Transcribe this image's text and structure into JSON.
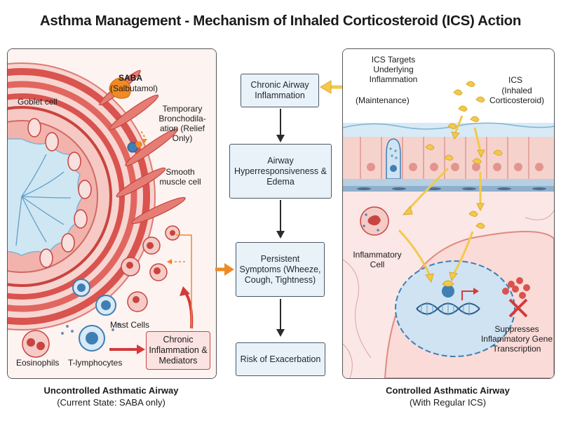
{
  "title": "Asthma Management - Mechanism of Inhaled Corticosteroid (ICS) Action",
  "left_panel": {
    "saba_name": "SABA",
    "saba_drug": "(Salbutamol)",
    "bronchodilation": "Temporary Bronchodila- ation (Relief Only)",
    "goblet_cell": "Goblet cell",
    "smooth_muscle": "Smooth muscle cell",
    "mast_cells": "Mast Cells",
    "eosinophils": "Eosinophils",
    "t_lymphocytes": "T-lymphocytes",
    "mediators": "Chronic Inflammation & Mediators",
    "caption_title": "Uncontrolled Asthmatic Airway",
    "caption_sub": "(Current State: SABA only)"
  },
  "flow": {
    "box1": "Chronic Airway Inflammation",
    "box2": "Airway Hyperresponsiveness & Edema",
    "box3": "Persistent Symptoms (Wheeze, Cough, Tightness)",
    "box4": "Risk of Exacerbation"
  },
  "right_panel": {
    "ics_targets": "ICS Targets Underlying Inflammation",
    "maintenance": "(Maintenance)",
    "ics_name": "ICS",
    "ics_full": "(Inhaled Corticosteroid)",
    "inflammatory_cell": "Inflammatory Cell",
    "suppresses": "Suppresses Inflammatory Gene Transcription",
    "caption_title": "Controlled Asthmatic Airway",
    "caption_sub": "(With Regular ICS)"
  },
  "colors": {
    "flow_box_bg": "#eaf2f9",
    "airway_red": "#d9534f",
    "mucosa_pink": "#f4c6c2",
    "lumen_blue": "#cfe6f3",
    "drug_yellow": "#f2c94c",
    "saba_orange": "#f08a24",
    "suppress_red": "#d33a3a"
  }
}
